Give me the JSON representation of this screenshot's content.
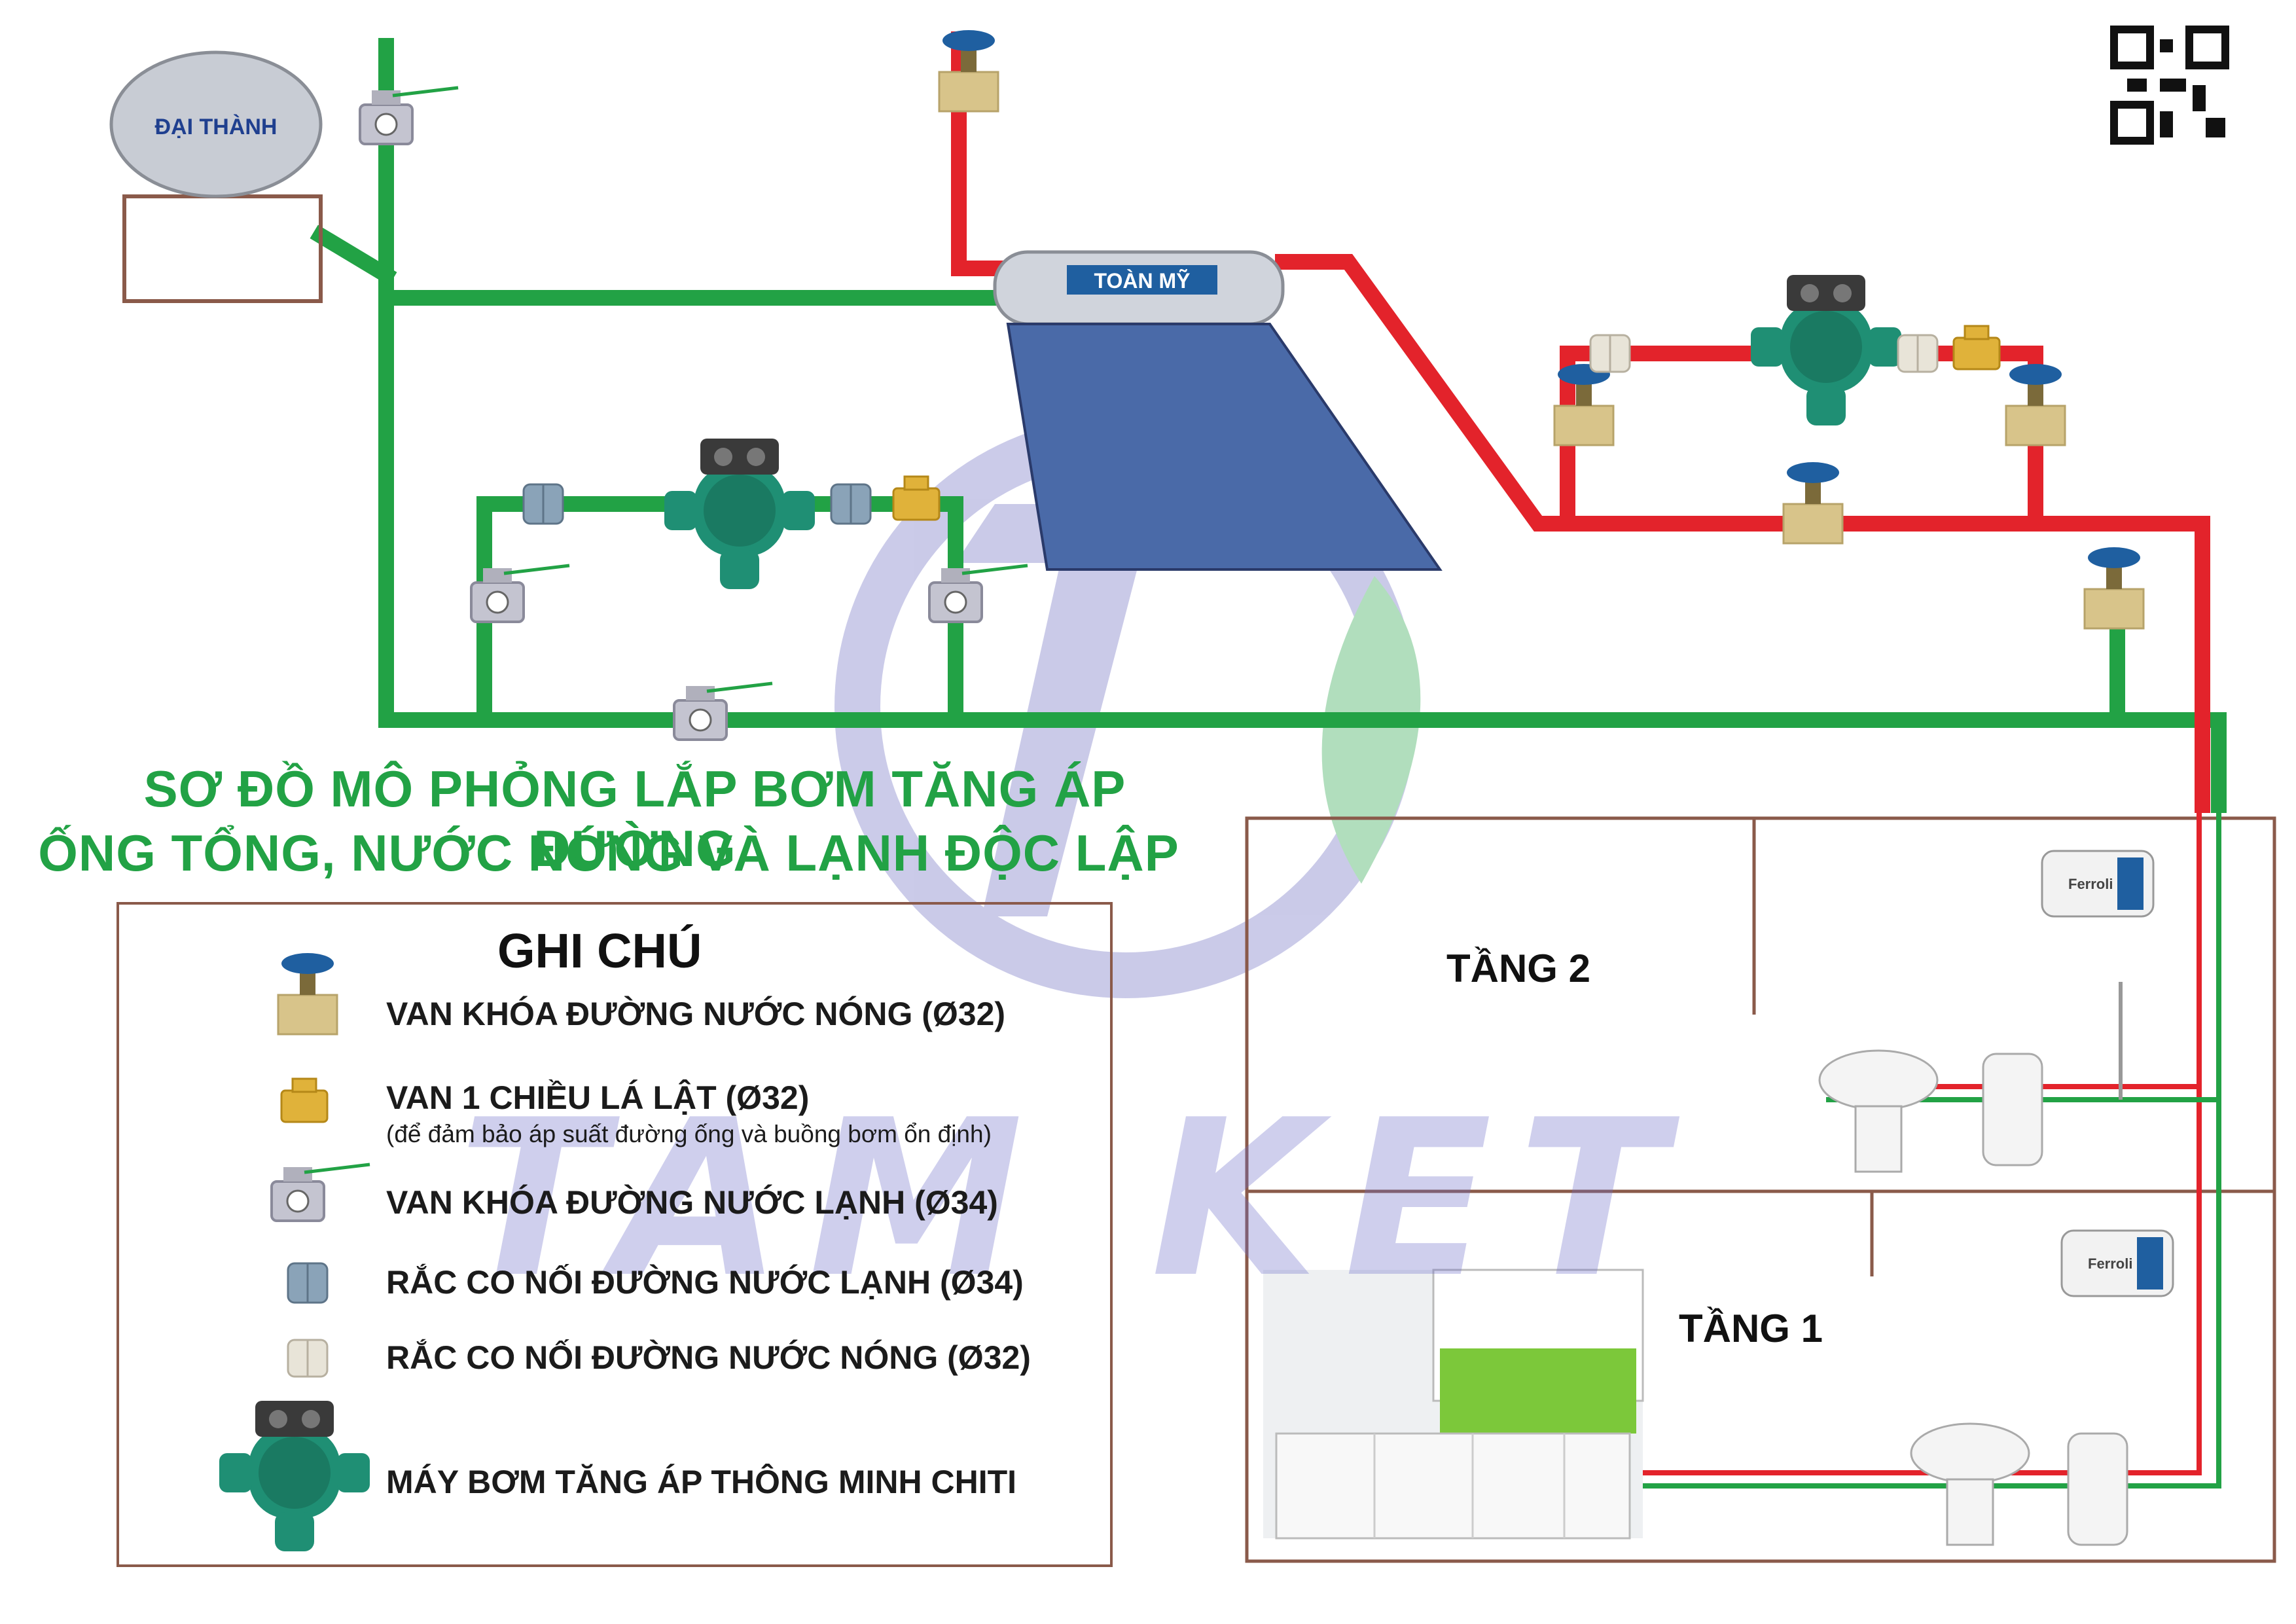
{
  "title_line1": "SƠ ĐỒ MÔ PHỎNG LẮP BƠM TĂNG ÁP ĐƯỜNG",
  "title_line2": "ỐNG TỔNG, NƯỚC NÓNG VÀ LẠNH ĐỘC LẬP",
  "legend": {
    "heading": "GHI CHÚ",
    "items": [
      {
        "icon": "hot-water-gate-valve-icon",
        "label": "VAN KHÓA ĐƯỜNG NƯỚC NÓNG (Ø32)"
      },
      {
        "icon": "check-valve-icon",
        "label": "VAN 1 CHIỀU LÁ LẬT (Ø32)",
        "note": "(để đảm bảo áp suất đường ống và buồng bơm ổn định)"
      },
      {
        "icon": "cold-water-ball-valve-icon",
        "label": "VAN KHÓA ĐƯỜNG NƯỚC LẠNH (Ø34)"
      },
      {
        "icon": "cold-water-union-icon",
        "label": "RẮC CO NỐI ĐƯỜNG NƯỚC LẠNH (Ø34)"
      },
      {
        "icon": "hot-water-union-icon",
        "label": "RẮC CO NỐI ĐƯỜNG NƯỚC NÓNG (Ø32)"
      },
      {
        "icon": "booster-pump-icon",
        "label": "MÁY BƠM TĂNG ÁP THÔNG MINH CHITI"
      }
    ]
  },
  "floors": {
    "upper": "TẦNG 2",
    "lower": "TẦNG 1"
  },
  "tank_brand": "ĐẠI THÀNH",
  "solar_brand": "TOÀN MỸ",
  "heater_brand": "Ferroli",
  "watermark": "TAM KET",
  "colors": {
    "cold_pipe": "#22a245",
    "hot_pipe": "#e3232b",
    "pump_body": "#1f8f74",
    "title": "#22a245",
    "frame": "#8a5a4a",
    "watermark": "#7a7ac8"
  }
}
